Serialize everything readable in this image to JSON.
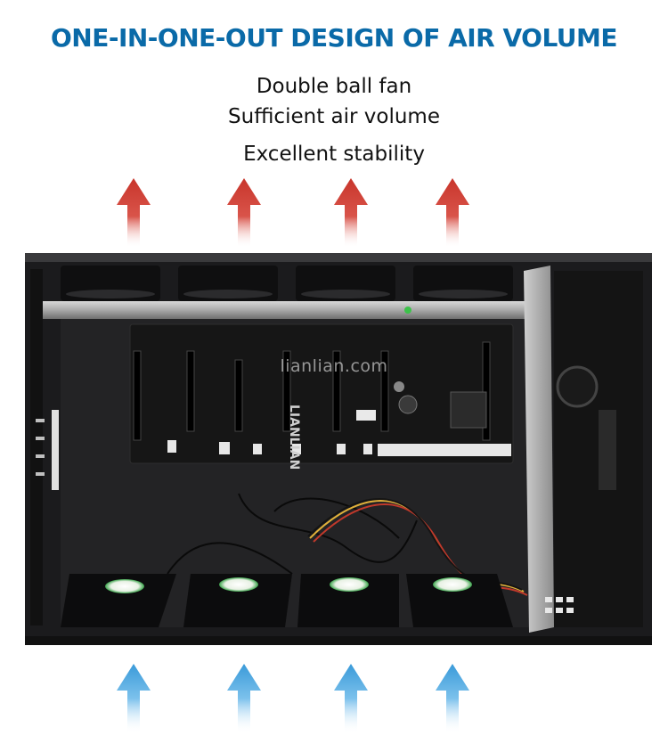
{
  "headline": {
    "text": "ONE-IN-ONE-OUT DESIGN OF AIR VOLUME",
    "color": "#0a6aa8"
  },
  "features": [
    "Double ball fan",
    "Sufficient air volume",
    "Excellent stability"
  ],
  "watermark": "lianlian.com",
  "board_logo": "LIANLIAN",
  "colors": {
    "exhaust_arrow": "#c8352b",
    "intake_arrow": "#3a9ad9",
    "chassis": "#1b1b1d",
    "board": "#1a1a1a"
  },
  "exhaust_arrows": [
    "red-arrow-up",
    "red-arrow-up",
    "red-arrow-up",
    "red-arrow-up"
  ],
  "intake_arrows": [
    "blue-arrow-up",
    "blue-arrow-up",
    "blue-arrow-up",
    "blue-arrow-up"
  ],
  "fans": {
    "top_count": 4,
    "bottom_count": 4
  }
}
